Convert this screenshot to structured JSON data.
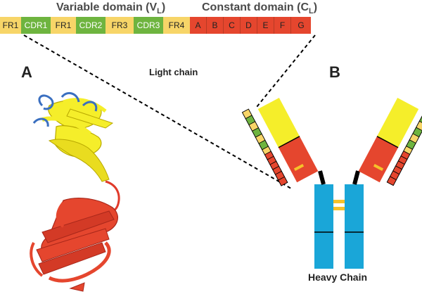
{
  "header": {
    "variable_title": "Variable domain (V",
    "variable_sub": "L",
    "variable_close": ")",
    "constant_title": "Constant domain (C",
    "constant_sub": "L",
    "constant_close": ")"
  },
  "segments": [
    {
      "label": "FR1",
      "kind": "fr"
    },
    {
      "label": "CDR1",
      "kind": "cdr"
    },
    {
      "label": "FR1",
      "kind": "fr"
    },
    {
      "label": "CDR2",
      "kind": "cdr"
    },
    {
      "label": "FR3",
      "kind": "fr"
    },
    {
      "label": "CDR3",
      "kind": "cdr"
    },
    {
      "label": "FR4",
      "kind": "fr"
    },
    {
      "label": "A",
      "kind": "c"
    },
    {
      "label": "B",
      "kind": "c"
    },
    {
      "label": "C",
      "kind": "c"
    },
    {
      "label": "D",
      "kind": "c"
    },
    {
      "label": "E",
      "kind": "c"
    },
    {
      "label": "F",
      "kind": "c"
    },
    {
      "label": "G",
      "kind": "c"
    }
  ],
  "labels": {
    "panel_a": "A",
    "panel_b": "B",
    "light_chain": "Light chain",
    "heavy_chain": "Heavy Chain"
  },
  "colors": {
    "framework": "#f7d568",
    "cdr": "#6eb43f",
    "constant": "#e5462e",
    "variable_light": "#f5ee2a",
    "heavy": "#1aa6d8",
    "ribbon_blue": "#3a6fc0"
  }
}
